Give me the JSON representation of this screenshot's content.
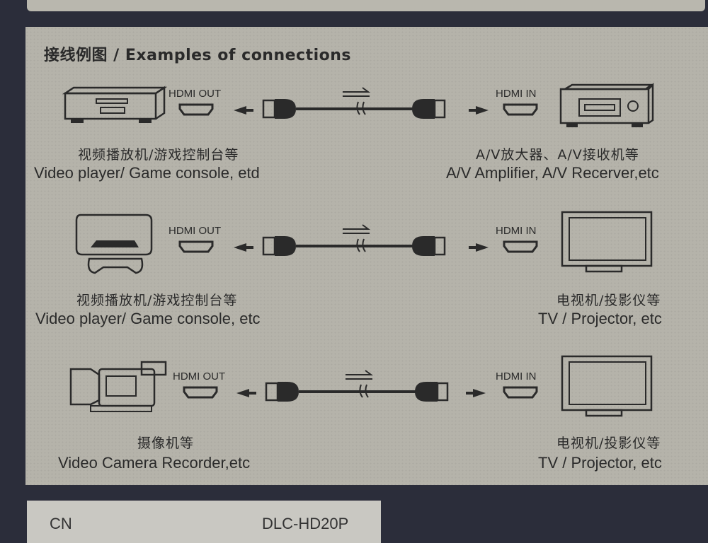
{
  "heading": "接线例图 / Examples of connections",
  "rows": [
    {
      "port_out": "HDMI OUT",
      "port_in": "HDMI IN",
      "source_cn": "视频播放机/游戏控制台等",
      "source_en": "Video player/ Game console, etd",
      "target_cn": "A/V放大器、A/V接收机等",
      "target_en": "A/V Amplifier, A/V Recerver,etc",
      "source_device_icon": "video-player-icon",
      "target_device_icon": "av-receiver-icon"
    },
    {
      "port_out": "HDMI OUT",
      "port_in": "HDMI IN",
      "source_cn": "视频播放机/游戏控制台等",
      "source_en": "Video player/ Game console, etc",
      "target_cn": "电视机/投影仪等",
      "target_en": "TV / Projector, etc",
      "source_device_icon": "game-console-icon",
      "target_device_icon": "tv-icon"
    },
    {
      "port_out": "HDMI OUT",
      "port_in": "HDMI IN",
      "source_cn": "摄像机等",
      "source_en": "Video Camera Recorder,etc",
      "target_cn": "电视机/投影仪等",
      "target_en": "TV / Projector, etc",
      "source_device_icon": "video-camera-icon",
      "target_device_icon": "tv-icon"
    }
  ],
  "footer": {
    "left": "CN",
    "right": "DLC-HD20P"
  },
  "colors": {
    "panel": "#b5b3aa",
    "ink": "#2a2a2a",
    "background": "#2b2d3a"
  }
}
